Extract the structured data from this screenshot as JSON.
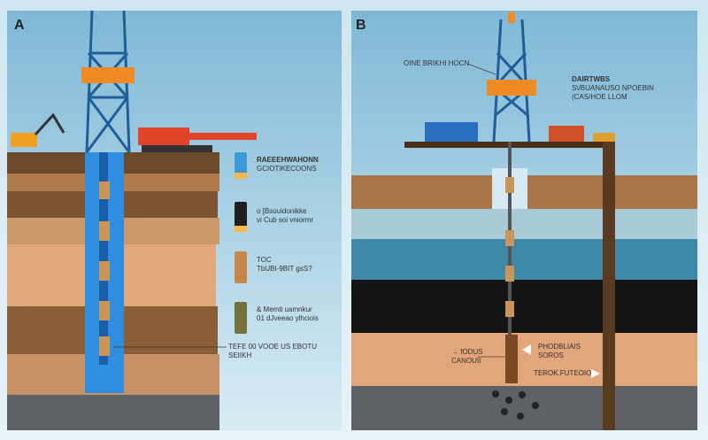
{
  "panel_a": {
    "letter": "A",
    "legend": [
      {
        "title": "RAEEEHWAHONN",
        "text": "GCIOTIKECOONS",
        "color": "#3a9ad6"
      },
      {
        "title": "",
        "text": "o [Bsuuidonikke",
        "text2": "vi Cub soi vniormr",
        "color": "#1e1e1e"
      },
      {
        "title": "TOC",
        "text": "TbUBI-9BIT gsS?",
        "color": "#c8874a"
      },
      {
        "title": "",
        "text": "& Memti uamnkur",
        "text2": "01 dJveeao ylhciois",
        "color": "#77703f"
      }
    ],
    "callout_title": "TEFE 00 VOOE US EBOTU",
    "callout_text": "SEIIKH"
  },
  "panel_b": {
    "letter": "B",
    "derrick_label": "OINE BRIKHI HOCN",
    "right_label_title": "DAIRTWBS",
    "right_label_text": "S\\/BUANAUSO NPOEBIN",
    "right_label_text2": "(CAS/HOE LLOM",
    "left_callout_title": "→ fODUS",
    "left_callout_text": "CANOUII",
    "mid_callout_title": "PHODBLIAIS",
    "mid_callout_text": "SOROS",
    "bottom_callout": "TEROK.FUTEOIO"
  },
  "colors": {
    "sky": "#cfe6f0",
    "well_blue": "#2f8ee0",
    "derrick": "#1f5f99",
    "orange": "#f08a24"
  }
}
